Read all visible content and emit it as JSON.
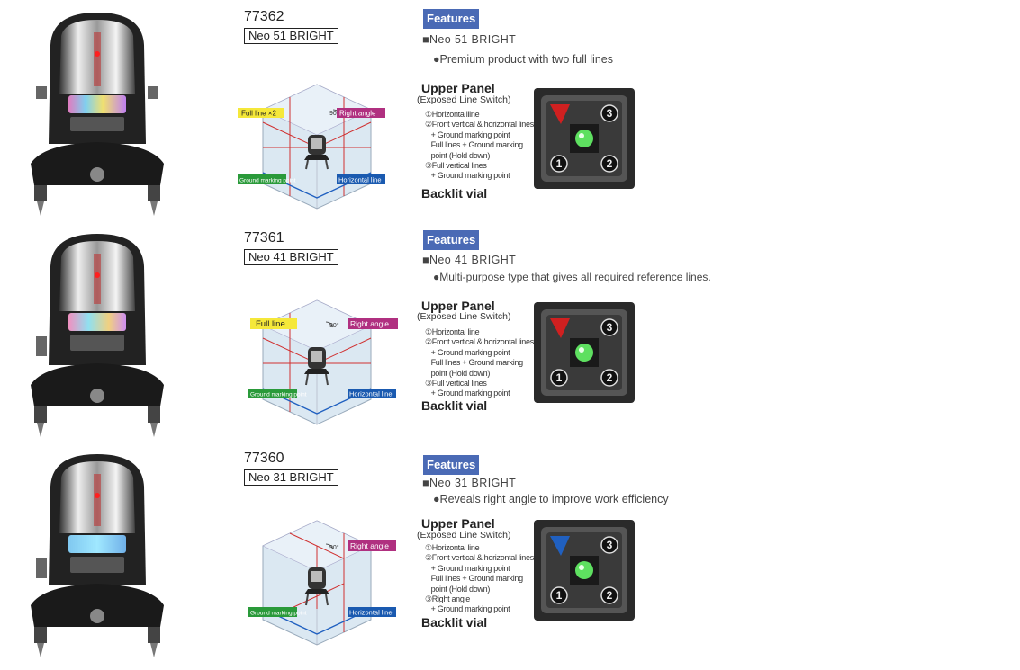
{
  "common": {
    "features_label": "Features",
    "upper_panel_title": "Upper Panel",
    "upper_panel_subtitle": "(Exposed Line Switch)",
    "backlit_label": "Backlit vial",
    "ground_marking_label": "Ground marking point",
    "horizontal_line_label": "Horizontal line",
    "right_angle_label": "Right angle",
    "angle_90": "90°",
    "panel_num_1": "1",
    "panel_num_2": "2",
    "panel_num_3": "3"
  },
  "products": [
    {
      "code": "77362",
      "model": "Neo 51 BRIGHT",
      "model_line": "■Neo 51 BRIGHT",
      "description": "●Premium product with two full lines",
      "diagram_tag": "Full line ×2",
      "panel_accent": "#d02020",
      "label_accent": "#b03060",
      "options": [
        "①Horizonta lline",
        "②Front vertical & horizontal lines",
        "   + Ground marking point",
        "   Full lines + Ground marking",
        "   point (Hold down)",
        "③Full vertical lines",
        "   + Ground marking point"
      ]
    },
    {
      "code": "77361",
      "model": "Neo 41 BRIGHT",
      "model_line": "■Neo 41 BRIGHT",
      "description": "●Multi-purpose type that gives all required reference lines.",
      "diagram_tag": "Full line",
      "panel_accent": "#d02020",
      "label_accent": "#b03060",
      "options": [
        "①Horizontal line",
        "②Front vertical & horizontal lines",
        "   + Ground marking point",
        "   Full lines + Ground marking",
        "   point (Hold down)",
        "③Full vertical lines",
        "   + Ground marking point"
      ]
    },
    {
      "code": "77360",
      "model": "Neo 31 BRIGHT",
      "model_line": "■Neo 31 BRIGHT",
      "description": "●Reveals right angle to improve work efficiency",
      "diagram_tag": "",
      "panel_accent": "#2060c0",
      "label_accent": "#2060c0",
      "options": [
        "①Horizontal line",
        "②Front vertical & horizontal lines",
        "   + Ground marking point",
        "   Full lines + Ground marking",
        "   point (Hold down)",
        "③Right angle",
        "   + Ground marking point"
      ]
    }
  ]
}
